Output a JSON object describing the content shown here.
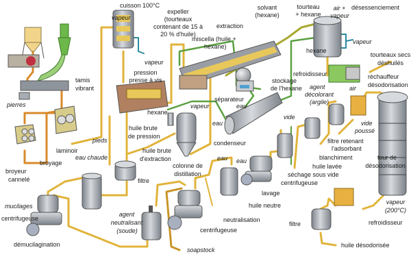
{
  "colors": {
    "oil_pipe": "#e0b33a",
    "seed_pipe": "#d88a2a",
    "hexane_pipe": "#5aa040",
    "steam_pipe": "#2a8aa0",
    "water_arrow": "#2a6fb0",
    "tank_body": "#a8adb4",
    "tank_dark": "#7d838b",
    "cyclone_green": "#6cb84a",
    "extractor_gold": "#e8c85a",
    "label_text": "#1a1a1a"
  },
  "labels": {
    "cuisson": "cuisson 100°C",
    "vapeur_cuiseur": "vapeur",
    "vapeur_cuiseur_out": "vapeur",
    "tamis_vibrant_1": "tamis",
    "tamis_vibrant_2": "vibrant",
    "pierres": "pierres",
    "broyeur_1": "broyeur",
    "broyeur_2": "cannelé",
    "broyage": "broyage",
    "laminoir": "laminoir",
    "pieds": "pieds",
    "eau_chaude": "eau chaude",
    "expeller_1": "expeller",
    "expeller_2": "(tourteaux",
    "expeller_3": "contenant de 15 à",
    "expeller_4": "20 % d'huile)",
    "pression_1": "pression",
    "pression_2": "presse à vis",
    "extraction": "extraction",
    "miscella_1": "miscella (huile +",
    "miscella_2": "hexane)",
    "solvant_1": "solvant",
    "solvant_2": "(hexane)",
    "tourteau_1": "tourteau",
    "tourteau_2": "+ hexane",
    "air_vapeur_1": "air +",
    "air_vapeur_2": "vapeur",
    "desessenciement": "désessenciement",
    "hexane_desolv": "hexane",
    "vapeur_desolv": "vapeur",
    "tourteaux_secs_1": "tourteaux secs",
    "tourteaux_secs_2": "déshuilés",
    "refroidisseur_top": "refroidisseur",
    "stockage_1": "stockage",
    "stockage_2": "de l'hexane",
    "rechauffeur_1": "réchauffeur",
    "rechauffeur_2": "désodorisation",
    "air": "air",
    "agent_decol_1": "agent",
    "agent_decol_2": "décolorant",
    "agent_decol_3": "(argile)",
    "separateur": "séparateur",
    "eau_separateur": "eau",
    "hexane_distill": "hexane",
    "vapeur_distill": "vapeur",
    "huile_brute_pression_1": "huile brute",
    "huile_brute_pression_2": "de pression",
    "huile_brute_extraction_1": "huile brute",
    "huile_brute_extraction_2": "d'extraction",
    "colonne_1": "colonne de",
    "colonne_2": "distillation",
    "filtre_1": "filtre",
    "eau_condenseur_1": "eau",
    "condenseur": "condenseur",
    "vide_1": "vide",
    "filtre_retenant_1": "filtre retenant",
    "filtre_retenant_2": "l'adsorbant",
    "vide_pousse_1": "vide",
    "vide_pousse_2": "poussé",
    "blanchiment": "blanchiment",
    "huile_lavee": "huile lavée",
    "sechage": "séchage sous vide",
    "tour_1": "tour de",
    "tour_2": "désodorisation",
    "eau_lavage_1": "eau",
    "eau_lavage_2": "eau",
    "centrifugeuse_lavage": "centrifugeuse",
    "lavage": "lavage",
    "huile_neutre": "huile neutre",
    "neutralisation": "neutralisation",
    "centrifugeuse_neutr": "centrifugeuse",
    "agent_neutr_1": "agent",
    "agent_neutr_2": "neutralisant",
    "agent_neutr_3": "(soude)",
    "soapstock": "soapstock",
    "mucilages": "mucilages",
    "centrifugeuse_demuc": "centrifugeuse",
    "demucilagination": "démucilagination",
    "vapeur_200_1": "vapeur",
    "vapeur_200_2": "(200°C)",
    "refroidisseur_bottom": "refroidisseur",
    "filtre_2": "filtre",
    "huile_desodorisee": "huile désodorisée"
  }
}
